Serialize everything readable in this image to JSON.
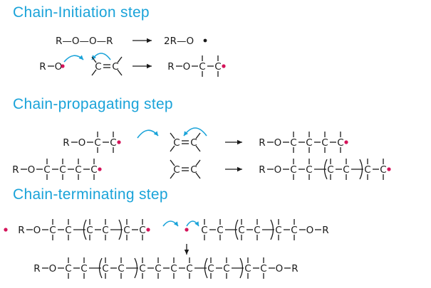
{
  "headings": {
    "initiation": "Chain-Initiation step",
    "propagating": "Chain-propagating step",
    "terminating": "Chain-terminating step"
  },
  "colors": {
    "heading": "#1aa3d9",
    "electron_arrow": "#1aa3d9",
    "radical_dot": "#d4145a",
    "ink": "#1a1a1a"
  },
  "scheme": {
    "initiation_reaction": {
      "reactant": "R—O—O—R",
      "product_prefix": "2R—O"
    },
    "atoms": {
      "r": "R",
      "o": "O",
      "c": "C"
    }
  }
}
